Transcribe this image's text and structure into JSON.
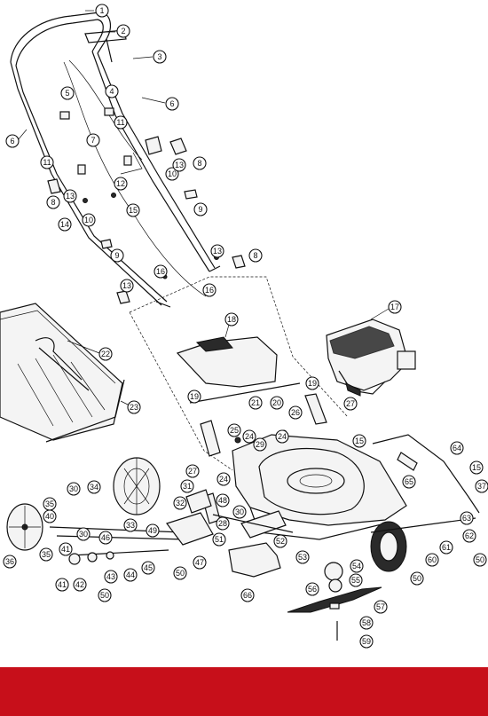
{
  "diagram": {
    "type": "exploded-parts-view",
    "callouts": [
      "1",
      "2",
      "3",
      "4",
      "5",
      "6",
      "6",
      "7",
      "8",
      "8",
      "8",
      "9",
      "9",
      "10",
      "10",
      "11",
      "11",
      "12",
      "13",
      "13",
      "13",
      "13",
      "14",
      "15",
      "15",
      "15",
      "16",
      "16",
      "17",
      "18",
      "19",
      "19",
      "20",
      "21",
      "22",
      "23",
      "24",
      "24",
      "24",
      "25",
      "26",
      "27",
      "27",
      "28",
      "29",
      "30",
      "30",
      "30",
      "31",
      "32",
      "33",
      "34",
      "35",
      "35",
      "36",
      "37",
      "40",
      "41",
      "41",
      "42",
      "43",
      "44",
      "45",
      "46",
      "47",
      "48",
      "49",
      "50",
      "50",
      "50",
      "50",
      "51",
      "52",
      "53",
      "54",
      "55",
      "56",
      "57",
      "58",
      "59",
      "60",
      "61",
      "62",
      "63",
      "64",
      "65",
      "66"
    ]
  },
  "footer": {
    "color": "#c70f1a"
  }
}
